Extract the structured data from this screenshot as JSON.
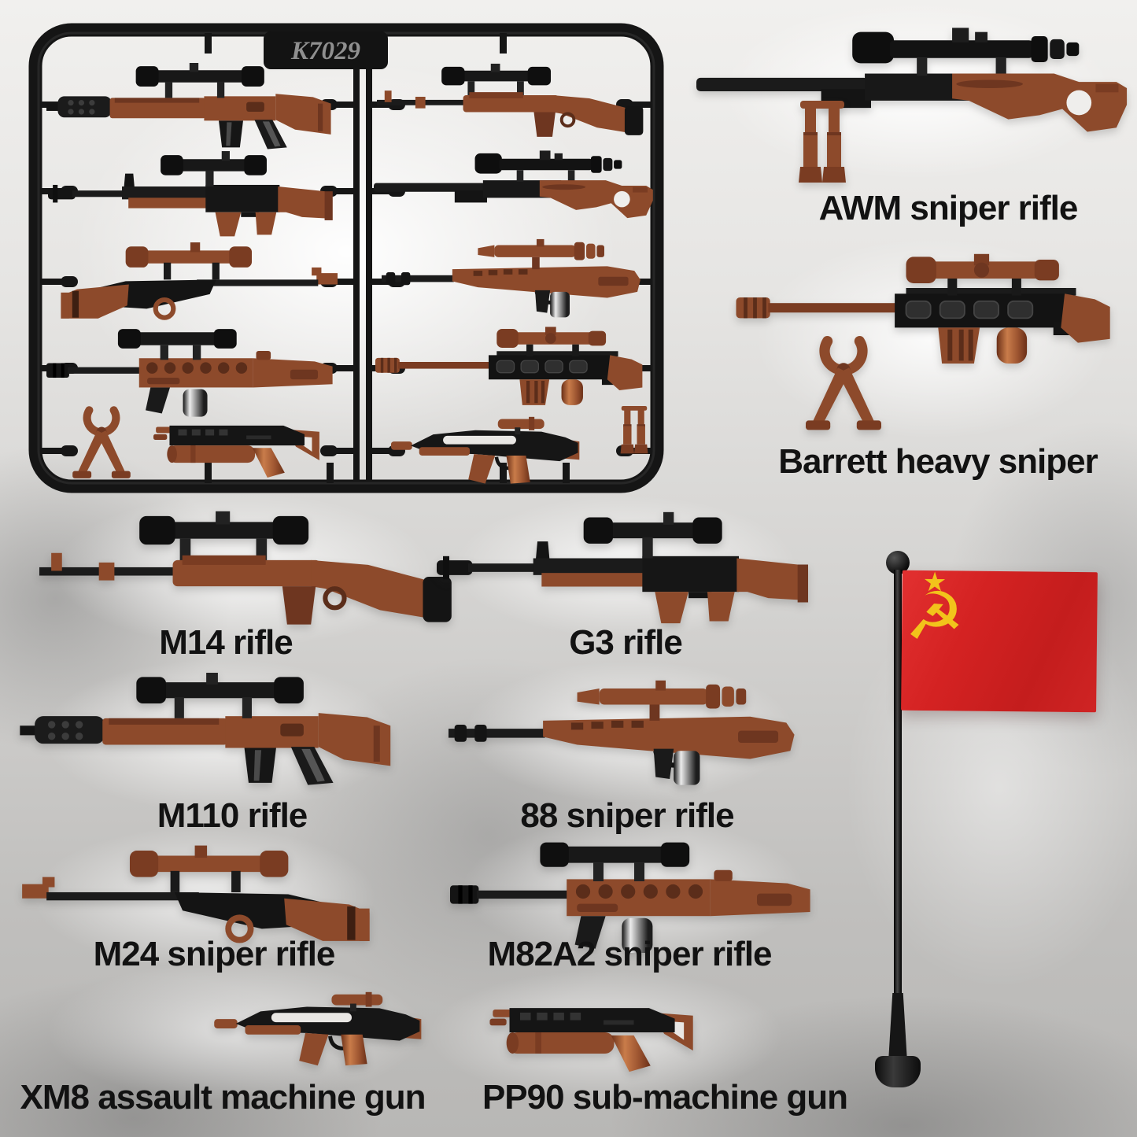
{
  "product": {
    "sprue_code": "K7029"
  },
  "weapons": {
    "awm": {
      "label": "AWM sniper rifle"
    },
    "barrett": {
      "label": "Barrett heavy sniper"
    },
    "m14": {
      "label": "M14 rifle"
    },
    "g3": {
      "label": "G3 rifle"
    },
    "m110": {
      "label": "M110 rifle"
    },
    "sniper88": {
      "label": "88 sniper rifle"
    },
    "m24": {
      "label": "M24 sniper rifle"
    },
    "m82a2": {
      "label": "M82A2 sniper rifle"
    },
    "xm8": {
      "label": "XM8 assault machine gun"
    },
    "pp90": {
      "label": "PP90 sub-machine gun"
    }
  },
  "flag": {
    "name": "Soviet Union table flag",
    "star_glyph": "★",
    "hammer_sickle_glyph": "☭",
    "red": "#d32222",
    "gold": "#f2c31b"
  },
  "colors": {
    "weapon_brown": "#8d4a2b",
    "weapon_dark_brown": "#6e3620",
    "weapon_black": "#161616",
    "chrome": "#cfcfcf",
    "sprue_plastic": "#151515",
    "label_text": "#121212",
    "background_gray": "#c9c8c6"
  }
}
